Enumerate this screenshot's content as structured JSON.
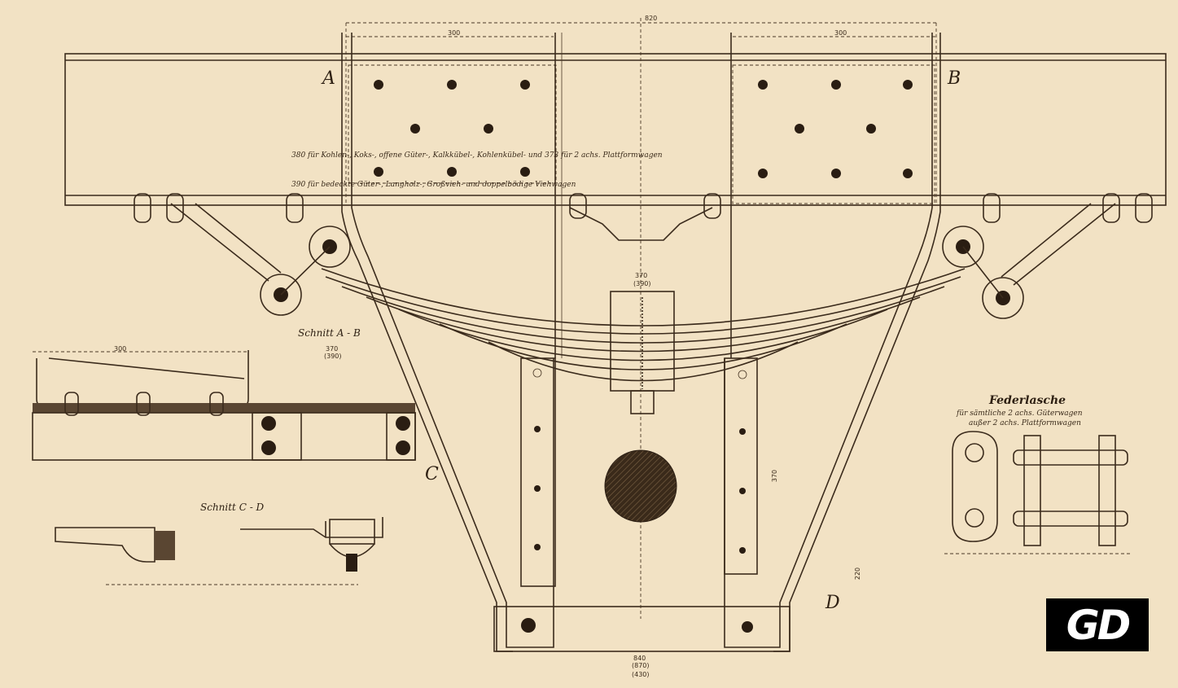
{
  "drawing": {
    "section_labels": {
      "a": "A",
      "b": "B",
      "c": "C",
      "d": "D"
    },
    "notes": {
      "line1": "380 für Kohlen-, Koks-, offene Güter-, Kalkkübel-, Kohlenkübel- und 373 für 2 achs. Plattformwagen",
      "line2": "390 für bedeckte Güter-, Langholz-, Großvieh- und doppelbödige Viehwagen"
    },
    "section_ab_title": "Schnitt A - B",
    "section_cd_title": "Schnitt C - D",
    "federlasche": {
      "title": "Federlasche",
      "sub1": "für sämtliche 2 achs. Güterwagen",
      "sub2": "außer 2 achs. Plattformwagen"
    },
    "dimensions": {
      "top_overall": "820",
      "top_left": "300",
      "top_right": "300",
      "bottom_overall": "840",
      "bottom_sub": "(870)",
      "bottom_sub2": "(430)",
      "section_ab_width": "300",
      "section_ab_height": "370",
      "section_ab_height_alt": "(390)",
      "right_vertical": "220",
      "center_vertical": "370",
      "center_box": "370",
      "center_box_alt": "(390)"
    }
  },
  "logo": {
    "text": "GD"
  }
}
